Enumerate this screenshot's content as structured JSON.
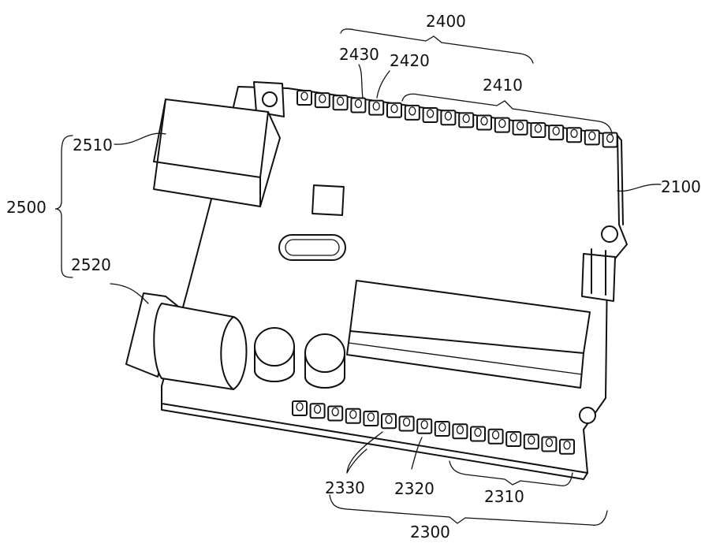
{
  "labels": {
    "l2400": "2400",
    "l2430": "2430",
    "l2420": "2420",
    "l2410": "2410",
    "l2510": "2510",
    "l2500": "2500",
    "l2100": "2100",
    "l2520": "2520",
    "l2330": "2330",
    "l2320": "2320",
    "l2310": "2310",
    "l2300": "2300"
  }
}
